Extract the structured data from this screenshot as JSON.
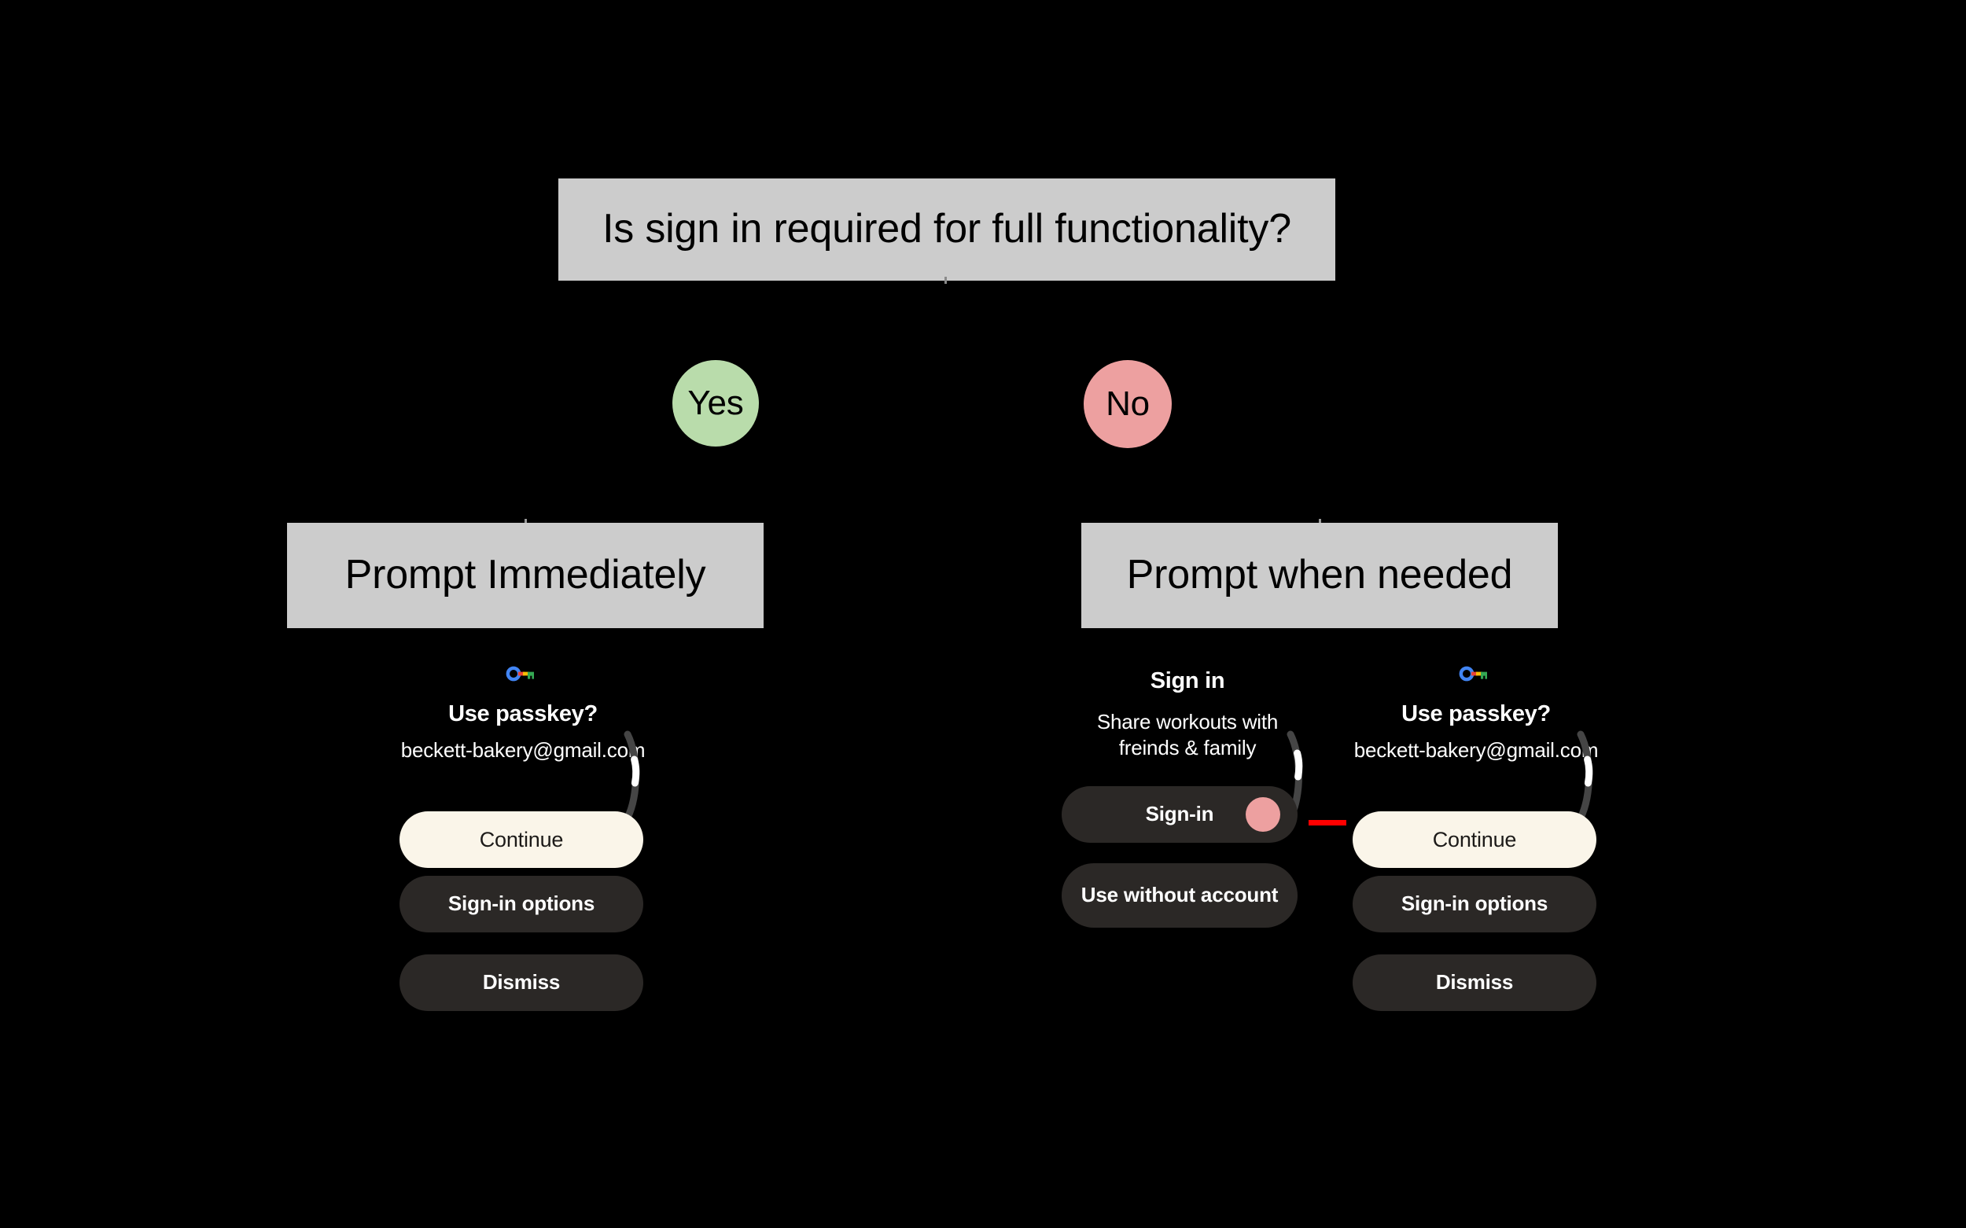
{
  "diagram": {
    "title": "Is sign in required for full functionality?",
    "background_color": "#000000",
    "box_color": "#cccccc",
    "yes_color": "#b9dcab",
    "no_color": "#eda0a0",
    "arrow_color": "#ff0000"
  },
  "root": {
    "question": "Is sign in required for full functionality?"
  },
  "branches": {
    "yes": {
      "label": "Yes",
      "outcome": "Prompt Immediately"
    },
    "no": {
      "label": "No",
      "outcome": "Prompt when needed"
    }
  },
  "mockups": {
    "left_passkey": {
      "icon_name": "google-passkey-icon",
      "title": "Use passkey?",
      "account": "beckett-bakery@gmail.com",
      "buttons": [
        {
          "label": "Continue",
          "style": "cream"
        },
        {
          "label": "Sign-in options",
          "style": "dark"
        },
        {
          "label": "Dismiss",
          "style": "dark"
        }
      ]
    },
    "mid_signin": {
      "title": "Sign in",
      "subtitle": "Share workouts with freinds & family",
      "buttons": [
        {
          "label": "Sign-in",
          "style": "dark",
          "has_dot": true
        },
        {
          "label": "Use without account",
          "style": "dark",
          "has_dot": false
        }
      ]
    },
    "right_passkey": {
      "icon_name": "google-passkey-icon",
      "title": "Use passkey?",
      "account": "beckett-bakery@gmail.com",
      "buttons": [
        {
          "label": "Continue",
          "style": "cream"
        },
        {
          "label": "Sign-in options",
          "style": "dark"
        },
        {
          "label": "Dismiss",
          "style": "dark"
        }
      ]
    }
  }
}
